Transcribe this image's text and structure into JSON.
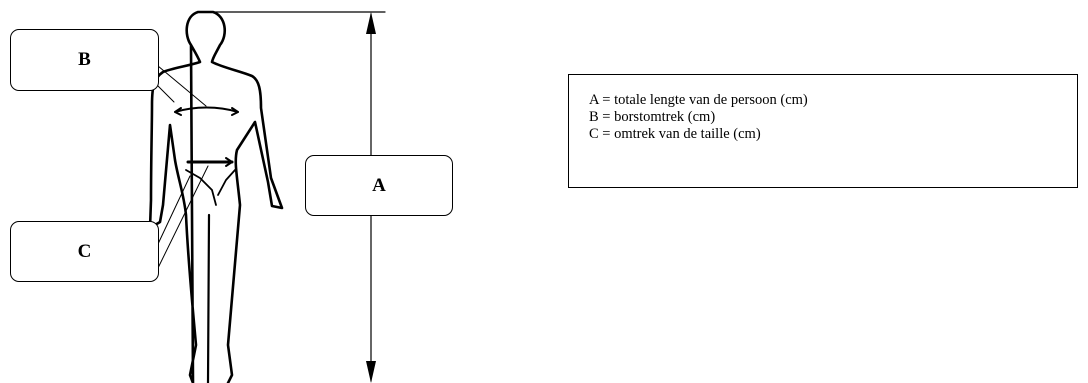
{
  "labels": {
    "a": "A",
    "b": "B",
    "c": "C"
  },
  "legend": [
    "A = totale lengte van de persoon (cm)",
    "B = borstomtrek (cm)",
    "C = omtrek van de taille (cm)"
  ]
}
